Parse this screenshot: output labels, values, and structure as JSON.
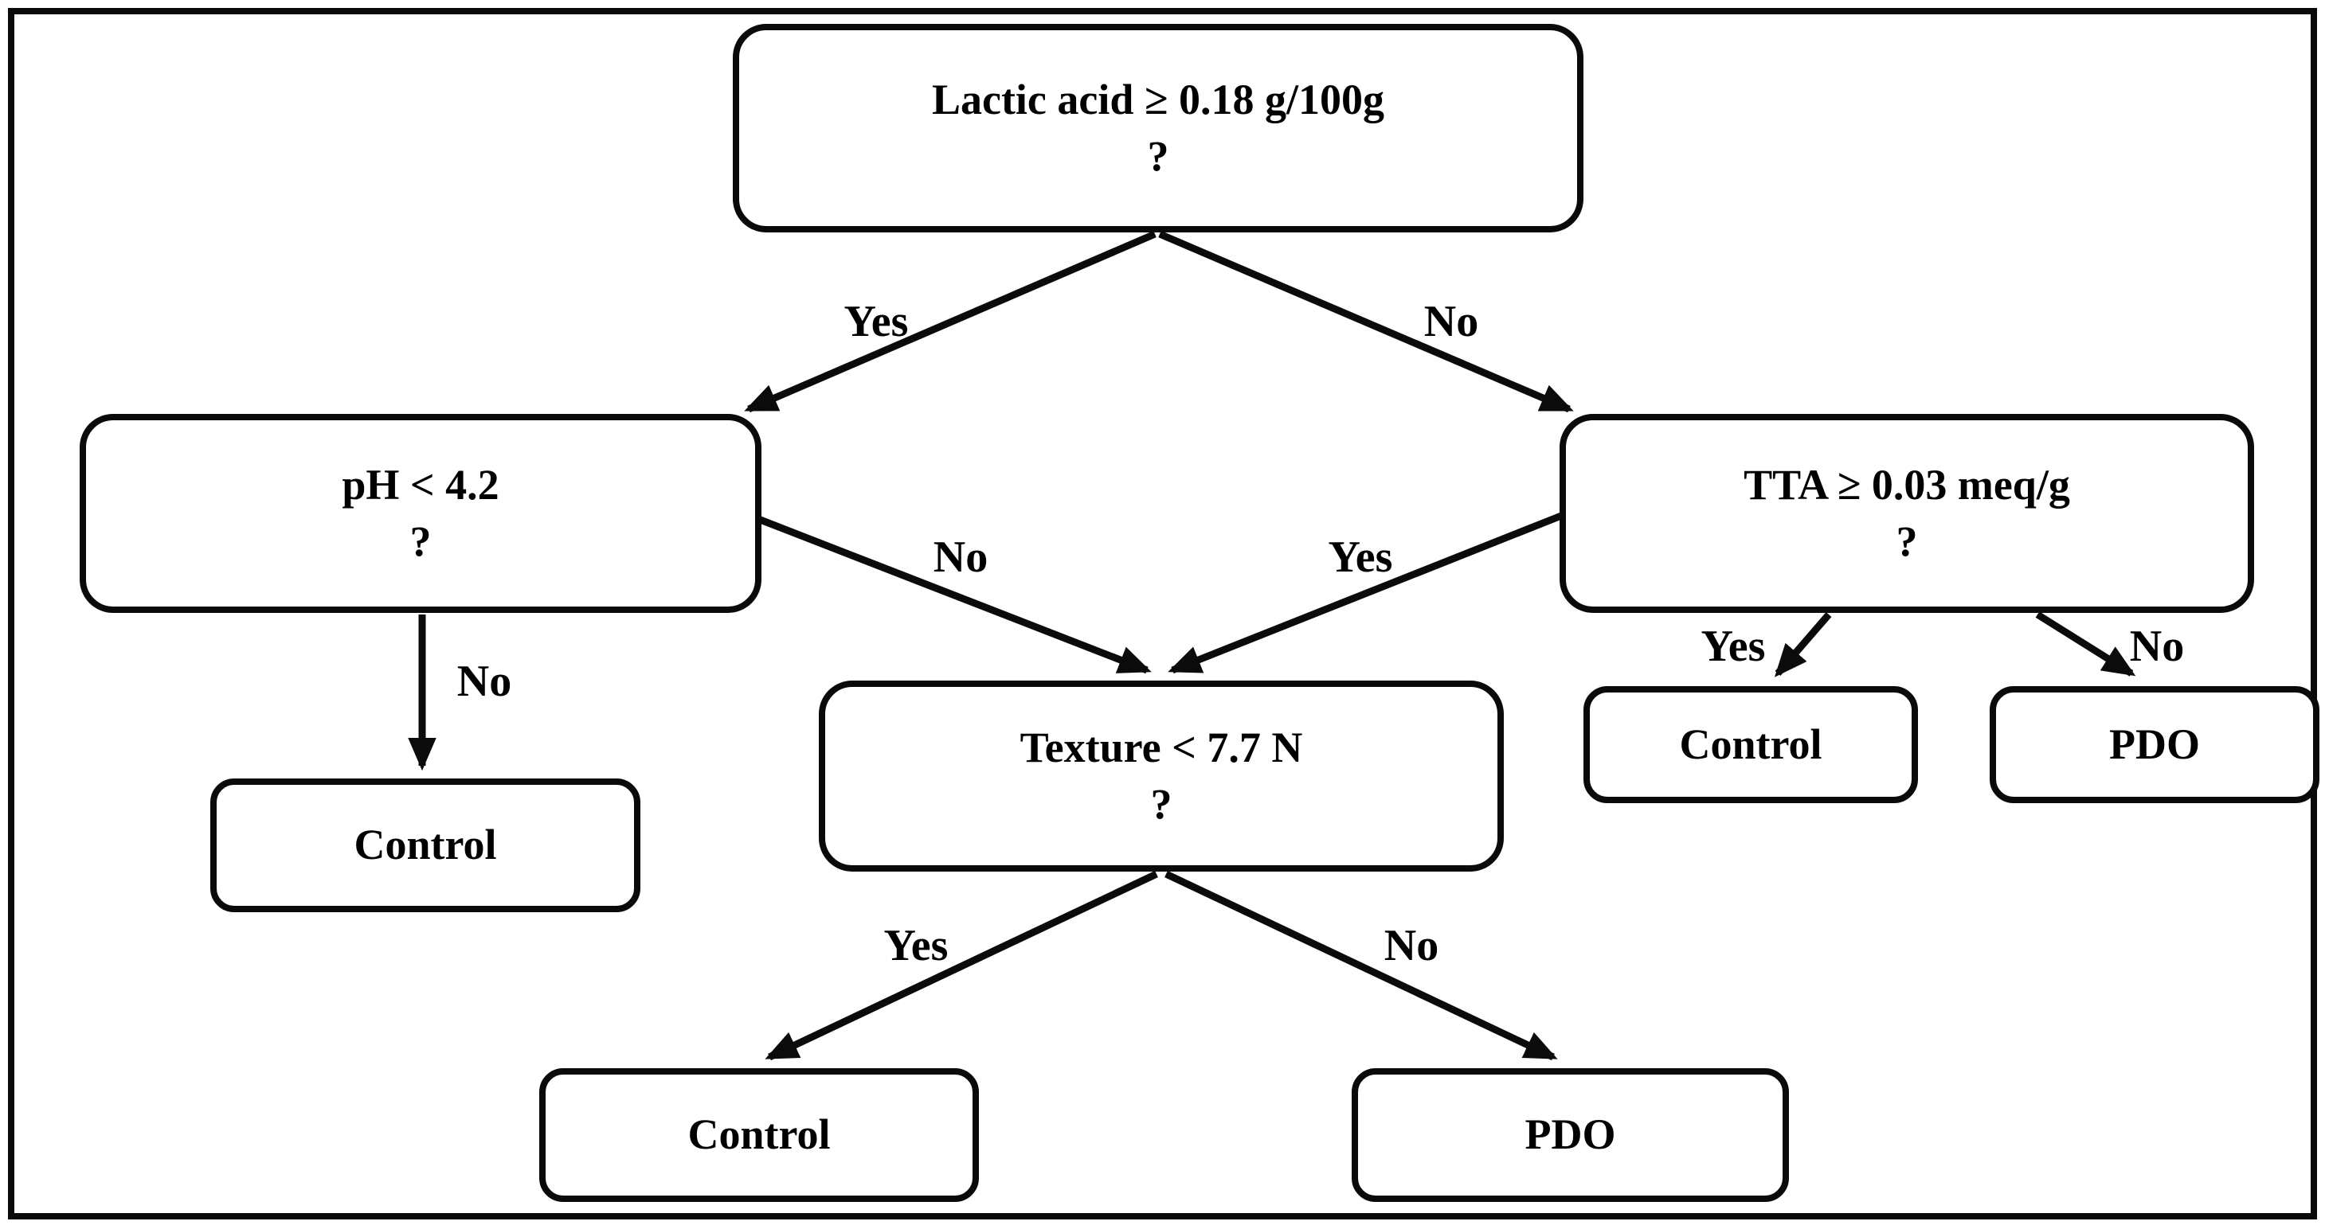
{
  "figure": {
    "type": "decision-tree",
    "background_color": "#ffffff",
    "line_color": "#0b0b0b",
    "border_color": "#0a0a0a"
  },
  "nodes": {
    "root": {
      "label": "Lactic acid ≥ 0.18 g/100g",
      "qmark": "?",
      "kind": "decision"
    },
    "ph": {
      "label": "pH < 4.2",
      "qmark": "?",
      "kind": "decision"
    },
    "tta": {
      "label": "TTA ≥ 0.03 meq/g",
      "qmark": "?",
      "kind": "decision"
    },
    "texture": {
      "label": "Texture < 7.7 N",
      "qmark": "?",
      "kind": "decision"
    },
    "control_left": {
      "label": "Control",
      "kind": "leaf"
    },
    "control_right": {
      "label": "Control",
      "kind": "leaf"
    },
    "pdo_right": {
      "label": "PDO",
      "kind": "leaf"
    },
    "control_bottom": {
      "label": "Control",
      "kind": "leaf"
    },
    "pdo_bottom": {
      "label": "PDO",
      "kind": "leaf"
    }
  },
  "edges": [
    {
      "from": "root",
      "to": "ph",
      "label": "Yes"
    },
    {
      "from": "root",
      "to": "tta",
      "label": "No"
    },
    {
      "from": "ph",
      "to": "control_left",
      "label": "No"
    },
    {
      "from": "ph",
      "to": "texture",
      "label": "No"
    },
    {
      "from": "tta",
      "to": "texture",
      "label": "Yes"
    },
    {
      "from": "tta",
      "to": "control_right",
      "label": "Yes"
    },
    {
      "from": "tta",
      "to": "pdo_right",
      "label": "No"
    },
    {
      "from": "texture",
      "to": "control_bottom",
      "label": "Yes"
    },
    {
      "from": "texture",
      "to": "pdo_bottom",
      "label": "No"
    }
  ]
}
